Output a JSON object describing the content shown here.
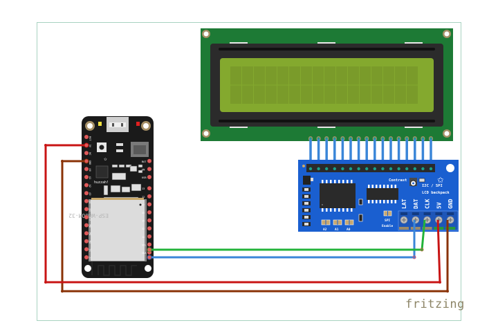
{
  "brand": "fritzing",
  "colors": {
    "frame": "#a8d2c0",
    "lcd_pcb": "#1d7a35",
    "lcd_bezel": "#2b2b2b",
    "lcd_glass": "#84a92e",
    "lcd_cell": "#7a9b2a",
    "backpack_pcb": "#1a5fd0",
    "feather_pcb": "#1a1a1a",
    "pad": "#e05a5a",
    "wire_red": "#c81414",
    "wire_brown": "#8a3206",
    "wire_green": "#22b33a",
    "wire_blue": "#3a86d8",
    "wire_bus": "#3a86d8",
    "module_can": "#dcdcdc",
    "brand": "#8c8466"
  },
  "lcd": {
    "name": "16x2 Character LCD",
    "columns": 16,
    "rows": 2,
    "pin_count": 16
  },
  "backpack": {
    "title_line1": "I2C / SPI",
    "title_line2": "LCD backpack",
    "contrast_label": "Contrast",
    "terminals": [
      "LAT",
      "DAT",
      "CLK",
      "5V",
      "GND"
    ],
    "jumpers": [
      "A2",
      "A1",
      "A0"
    ],
    "spi_label_line1": "SPI",
    "spi_label_line2": "Enable"
  },
  "feather": {
    "name": "Adafruit HUZZAH32 ESP32 Feather",
    "module_label": "ESP-WROOM-32",
    "brand_label": "huzzah!",
    "chg_label": "CHG",
    "reset_label": "reset",
    "led_label": "#13",
    "left_pins": [
      "RST",
      "3V",
      "NC",
      "GND",
      "A0",
      "A1",
      "A2",
      "A3",
      "A4",
      "A5",
      "SCK",
      "MO",
      "MI",
      "RX",
      "TX",
      "21"
    ],
    "right_pins": [
      "BAT",
      "EN",
      "USB",
      "13",
      "12",
      "27",
      "33",
      "15",
      "32",
      "14",
      "SCL",
      "SDA"
    ]
  },
  "wires": [
    {
      "name": "power-3v-to-5v",
      "from": "feather.3V",
      "to": "backpack.5V",
      "color": "red"
    },
    {
      "name": "ground",
      "from": "feather.GND",
      "to": "backpack.GND",
      "color": "brown"
    },
    {
      "name": "scl-to-clk",
      "from": "feather.SCL",
      "to": "backpack.CLK",
      "color": "green"
    },
    {
      "name": "sda-to-dat",
      "from": "feather.SDA",
      "to": "backpack.DAT",
      "color": "blue"
    }
  ]
}
